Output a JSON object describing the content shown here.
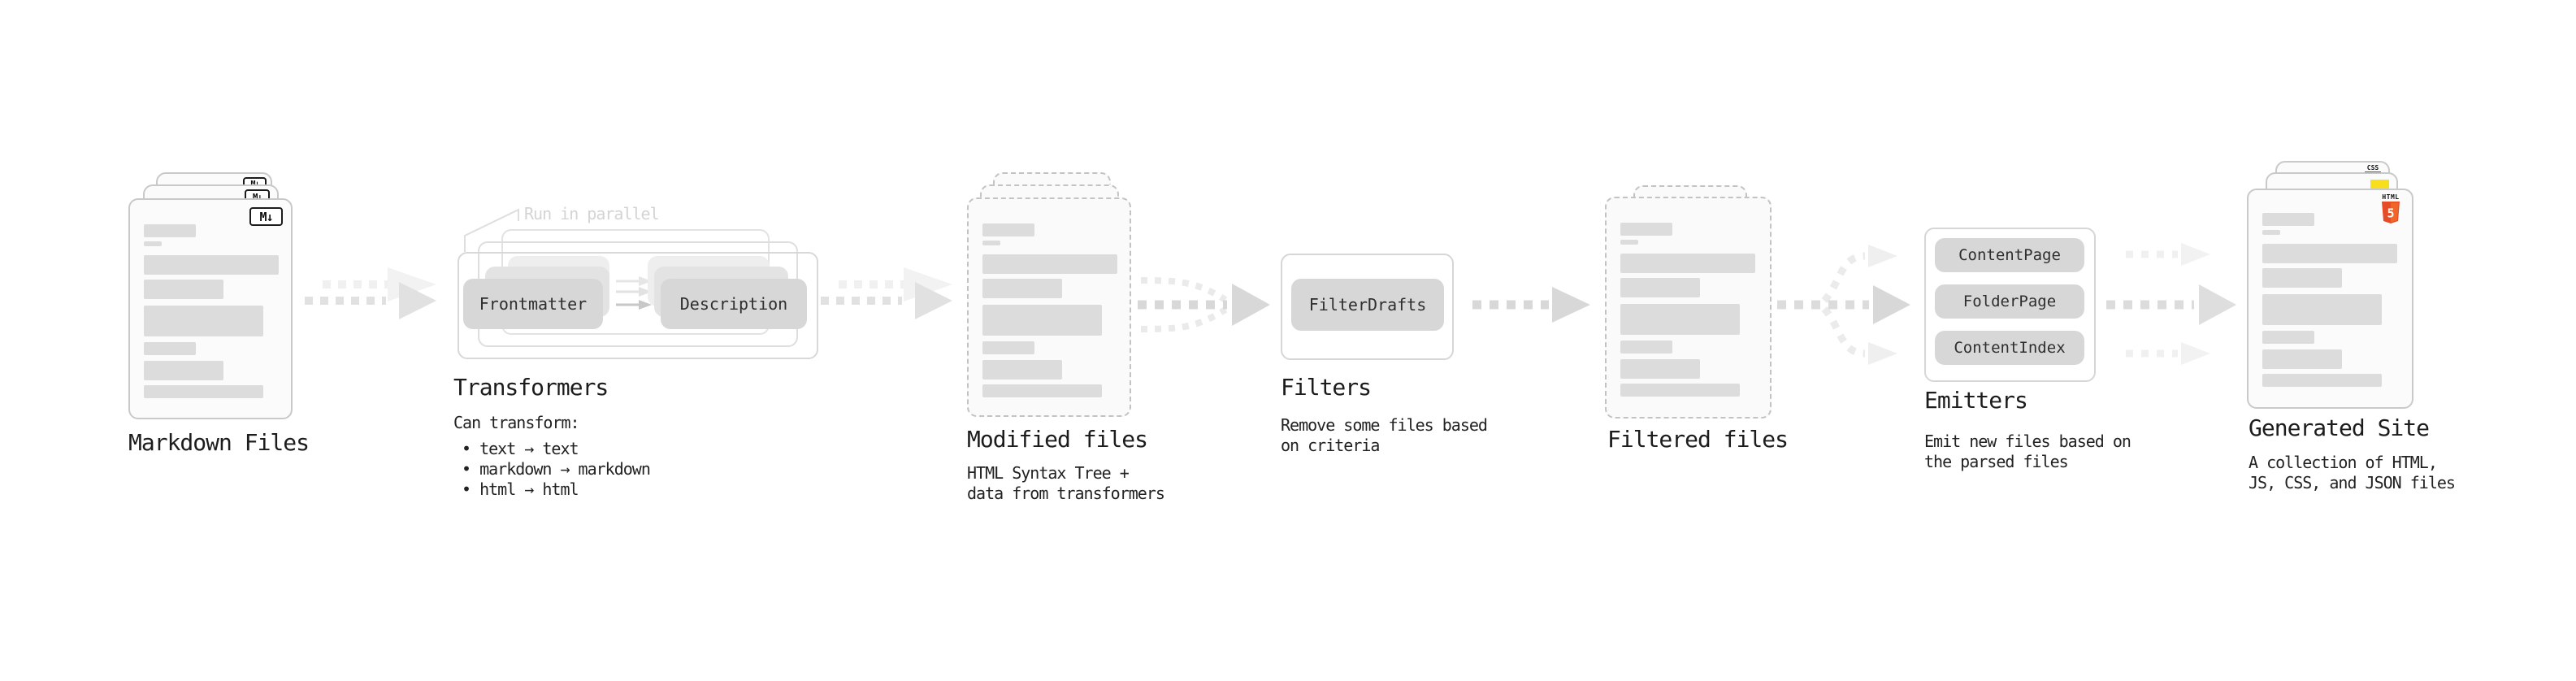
{
  "colors": {
    "html5_orange": "#e44d26",
    "html5_orange_light": "#f16529",
    "js_yellow": "#f7df1e",
    "css_blue": "#2965f1",
    "bar_gray": "#dcdcdc",
    "box_gray": "#d7d7d7"
  },
  "markdown_files": {
    "caption": "Markdown Files",
    "badge": "M↓"
  },
  "transformers": {
    "caption": "Transformers",
    "note": "Run in parallel",
    "boxes": [
      "Frontmatter",
      "Description"
    ],
    "subtitle": "Can transform:",
    "bullets": [
      "• text → text",
      "• markdown → markdown",
      "• html → html"
    ]
  },
  "modified_files": {
    "caption": "Modified files",
    "subtitle_lines": [
      "HTML Syntax Tree +",
      "data from transformers"
    ]
  },
  "filters": {
    "caption": "Filters",
    "boxes": [
      "FilterDrafts"
    ],
    "subtitle_lines": [
      "Remove some files based",
      "on criteria"
    ]
  },
  "filtered_files": {
    "caption": "Filtered files"
  },
  "emitters": {
    "caption": "Emitters",
    "boxes": [
      "ContentPage",
      "FolderPage",
      "ContentIndex"
    ],
    "subtitle_lines": [
      "Emit new files based on",
      "the parsed files"
    ]
  },
  "generated_site": {
    "caption": "Generated Site",
    "subtitle_lines": [
      "A collection of HTML,",
      "JS, CSS, and JSON files"
    ],
    "badges": {
      "css_label": "CSS",
      "html_label": "HTML",
      "html_number": "5"
    }
  }
}
